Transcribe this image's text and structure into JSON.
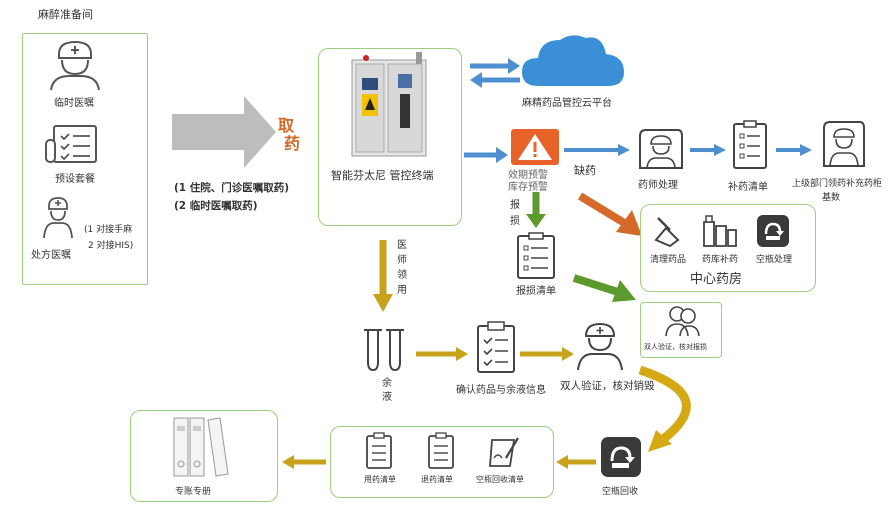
{
  "section_title": "麻醉准备间",
  "left_panel": {
    "temp_order": "临时医嘱",
    "preset_package": "预设套餐",
    "prescription": "处方医嘱",
    "note_1": "(1 对接手麻",
    "note_2": "2 对接HIS)"
  },
  "take_drug": {
    "label_1": "取",
    "label_2": "药"
  },
  "sources": {
    "line_1": "(1 住院、门诊医嘱取药)",
    "line_2": "(2 临时医嘱取药)"
  },
  "terminal_label": "智能芬太尼 管控终端",
  "cloud_label": "麻精药品管控云平台",
  "alert": {
    "line_1": "效期预警",
    "line_2": "库存预警"
  },
  "shortage_label": "缺药",
  "pharmacist_label": "药师处理",
  "replenish_list": "补药清单",
  "upper_dept": {
    "line_1": "上级部门领药补充药柜",
    "line_2": "基数"
  },
  "damage_label": [
    "报",
    "损"
  ],
  "damage_list": "报损清单",
  "central_pharmacy": {
    "title": "中心药房",
    "clean": "清理药品",
    "restock": "药库补药",
    "empty_bottle": "空瓶处理"
  },
  "double_verify_small": "双人验证，核对报损",
  "doctor_collect": [
    "医",
    "师",
    "领",
    "用"
  ],
  "residual_label": [
    "余",
    "液"
  ],
  "confirm_label": "确认药品与余液信息",
  "double_verify": "双人验证，核对销毁",
  "empty_recycle": "空瓶回收",
  "bottom_lists": {
    "usage": "用药清单",
    "return": "退药清单",
    "empty": "空瓶回收清单"
  },
  "ledger_label": "专账专册",
  "colors": {
    "green_border": "#9ccf7e",
    "blue_arrow": "#4d8fcf",
    "orange_arrow": "#d36a2a",
    "green_arrow": "#5d9a2e",
    "gold_arrow": "#c9a21d",
    "alert_orange": "#e8632a",
    "cloud_blue": "#3b8fd6"
  }
}
